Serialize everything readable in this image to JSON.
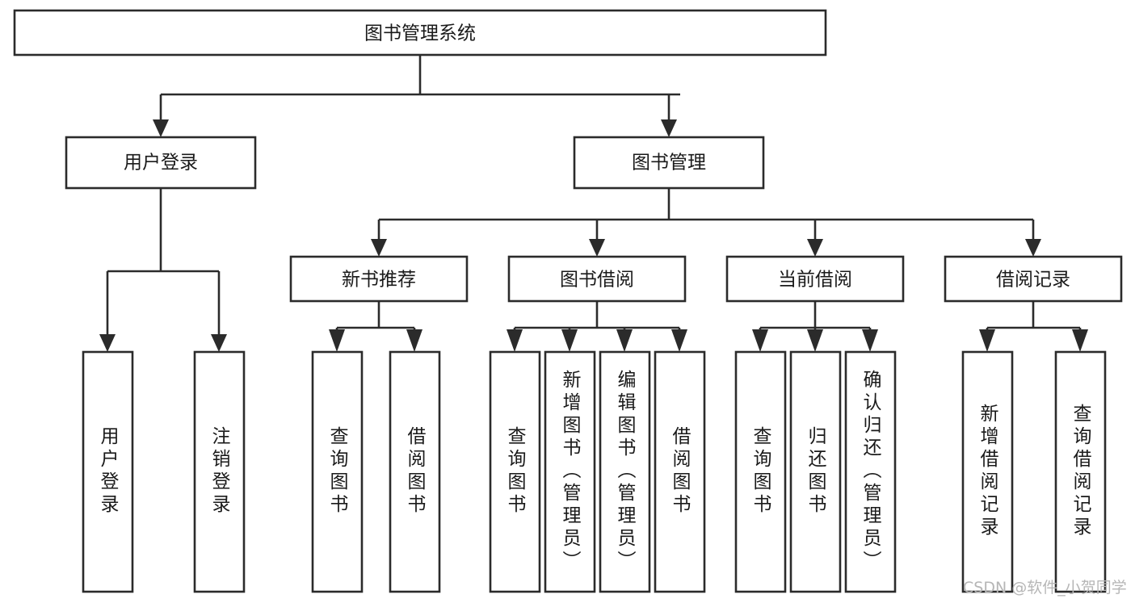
{
  "diagram": {
    "type": "tree",
    "orientation": "top-down",
    "title": "图书管理系统",
    "style": {
      "box_fill": "#ffffff",
      "box_stroke": "#2b2b2b",
      "line_color": "#2b2b2b",
      "text_color": "#1a1a1a",
      "background": "#ffffff"
    },
    "levels": [
      {
        "level": 0,
        "nodes": [
          {
            "id": "root",
            "label": "图书管理系统",
            "orientation": "horizontal"
          }
        ]
      },
      {
        "level": 1,
        "nodes": [
          {
            "id": "login",
            "label": "用户登录",
            "orientation": "horizontal",
            "parent": "root"
          },
          {
            "id": "bookmgmt",
            "label": "图书管理",
            "orientation": "horizontal",
            "parent": "root"
          }
        ]
      },
      {
        "level": 2,
        "nodes": [
          {
            "id": "newbook",
            "label": "新书推荐",
            "orientation": "horizontal",
            "parent": "bookmgmt"
          },
          {
            "id": "borrow",
            "label": "图书借阅",
            "orientation": "horizontal",
            "parent": "bookmgmt"
          },
          {
            "id": "current",
            "label": "当前借阅",
            "orientation": "horizontal",
            "parent": "bookmgmt"
          },
          {
            "id": "records",
            "label": "借阅记录",
            "orientation": "horizontal",
            "parent": "bookmgmt"
          }
        ]
      },
      {
        "level": 3,
        "nodes": [
          {
            "id": "leaf1",
            "label": "用户登录",
            "orientation": "vertical",
            "parent": "login"
          },
          {
            "id": "leaf2",
            "label": "注销登录",
            "orientation": "vertical",
            "parent": "login"
          },
          {
            "id": "leaf3",
            "label": "查询图书",
            "orientation": "vertical",
            "parent": "newbook"
          },
          {
            "id": "leaf4",
            "label": "借阅图书",
            "orientation": "vertical",
            "parent": "newbook"
          },
          {
            "id": "leaf5",
            "label": "查询图书",
            "orientation": "vertical",
            "parent": "borrow"
          },
          {
            "id": "leaf6",
            "label": "新增图书（管理员）",
            "orientation": "vertical",
            "parent": "borrow"
          },
          {
            "id": "leaf7",
            "label": "编辑图书（管理员）",
            "orientation": "vertical",
            "parent": "borrow"
          },
          {
            "id": "leaf8",
            "label": "借阅图书",
            "orientation": "vertical",
            "parent": "borrow"
          },
          {
            "id": "leaf9",
            "label": "查询图书",
            "orientation": "vertical",
            "parent": "current"
          },
          {
            "id": "leaf10",
            "label": "归还图书",
            "orientation": "vertical",
            "parent": "current"
          },
          {
            "id": "leaf11",
            "label": "确认归还（管理员）",
            "orientation": "vertical",
            "parent": "current"
          },
          {
            "id": "leaf12",
            "label": "新增借阅记录",
            "orientation": "vertical",
            "parent": "records"
          },
          {
            "id": "leaf13",
            "label": "查询借阅记录",
            "orientation": "vertical",
            "parent": "records"
          }
        ]
      }
    ]
  },
  "watermark": {
    "text": "CSDN @软件_小贺同学"
  }
}
